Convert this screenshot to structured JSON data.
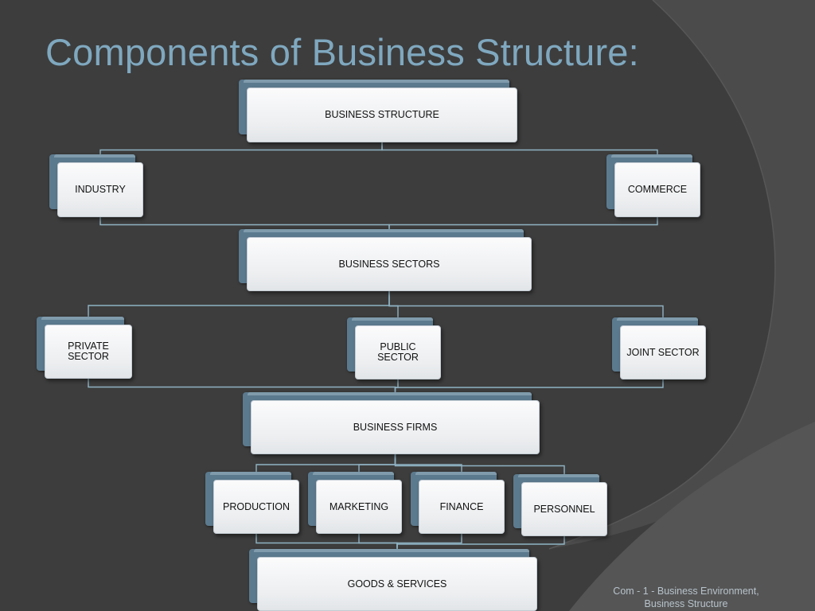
{
  "slide": {
    "title": "Components of Business Structure:",
    "footer_line1": "Com - 1 - Business Environment,",
    "footer_line2": "Business Structure"
  },
  "diagram": {
    "nodes": [
      {
        "id": "business_structure",
        "label": "BUSINESS STRUCTURE"
      },
      {
        "id": "industry",
        "label": "INDUSTRY"
      },
      {
        "id": "commerce",
        "label": "COMMERCE"
      },
      {
        "id": "business_sectors",
        "label": "BUSINESS SECTORS"
      },
      {
        "id": "private_sector",
        "label": "PRIVATE SECTOR"
      },
      {
        "id": "public_sector",
        "label": "PUBLIC SECTOR"
      },
      {
        "id": "joint_sector",
        "label": "JOINT SECTOR"
      },
      {
        "id": "business_firms",
        "label": "BUSINESS FIRMS"
      },
      {
        "id": "production",
        "label": "PRODUCTION"
      },
      {
        "id": "marketing",
        "label": "MARKETING"
      },
      {
        "id": "finance",
        "label": "FINANCE"
      },
      {
        "id": "personnel",
        "label": "PERSONNEL"
      },
      {
        "id": "goods_services",
        "label": "GOODS & SERVICES"
      }
    ],
    "edges": [
      [
        "business_structure",
        "industry"
      ],
      [
        "business_structure",
        "commerce"
      ],
      [
        "industry",
        "business_sectors"
      ],
      [
        "commerce",
        "business_sectors"
      ],
      [
        "business_sectors",
        "private_sector"
      ],
      [
        "business_sectors",
        "public_sector"
      ],
      [
        "business_sectors",
        "joint_sector"
      ],
      [
        "private_sector",
        "business_firms"
      ],
      [
        "public_sector",
        "business_firms"
      ],
      [
        "joint_sector",
        "business_firms"
      ],
      [
        "business_firms",
        "production"
      ],
      [
        "business_firms",
        "marketing"
      ],
      [
        "business_firms",
        "finance"
      ],
      [
        "business_firms",
        "personnel"
      ],
      [
        "production",
        "goods_services"
      ],
      [
        "marketing",
        "goods_services"
      ],
      [
        "finance",
        "goods_services"
      ],
      [
        "personnel",
        "goods_services"
      ]
    ]
  },
  "colors": {
    "background": "#3d3d3d",
    "title": "#7fa8bf",
    "connector": "#8fb3c4",
    "node_back": "#5c7a8e",
    "node_front": "#f4f5f6"
  }
}
